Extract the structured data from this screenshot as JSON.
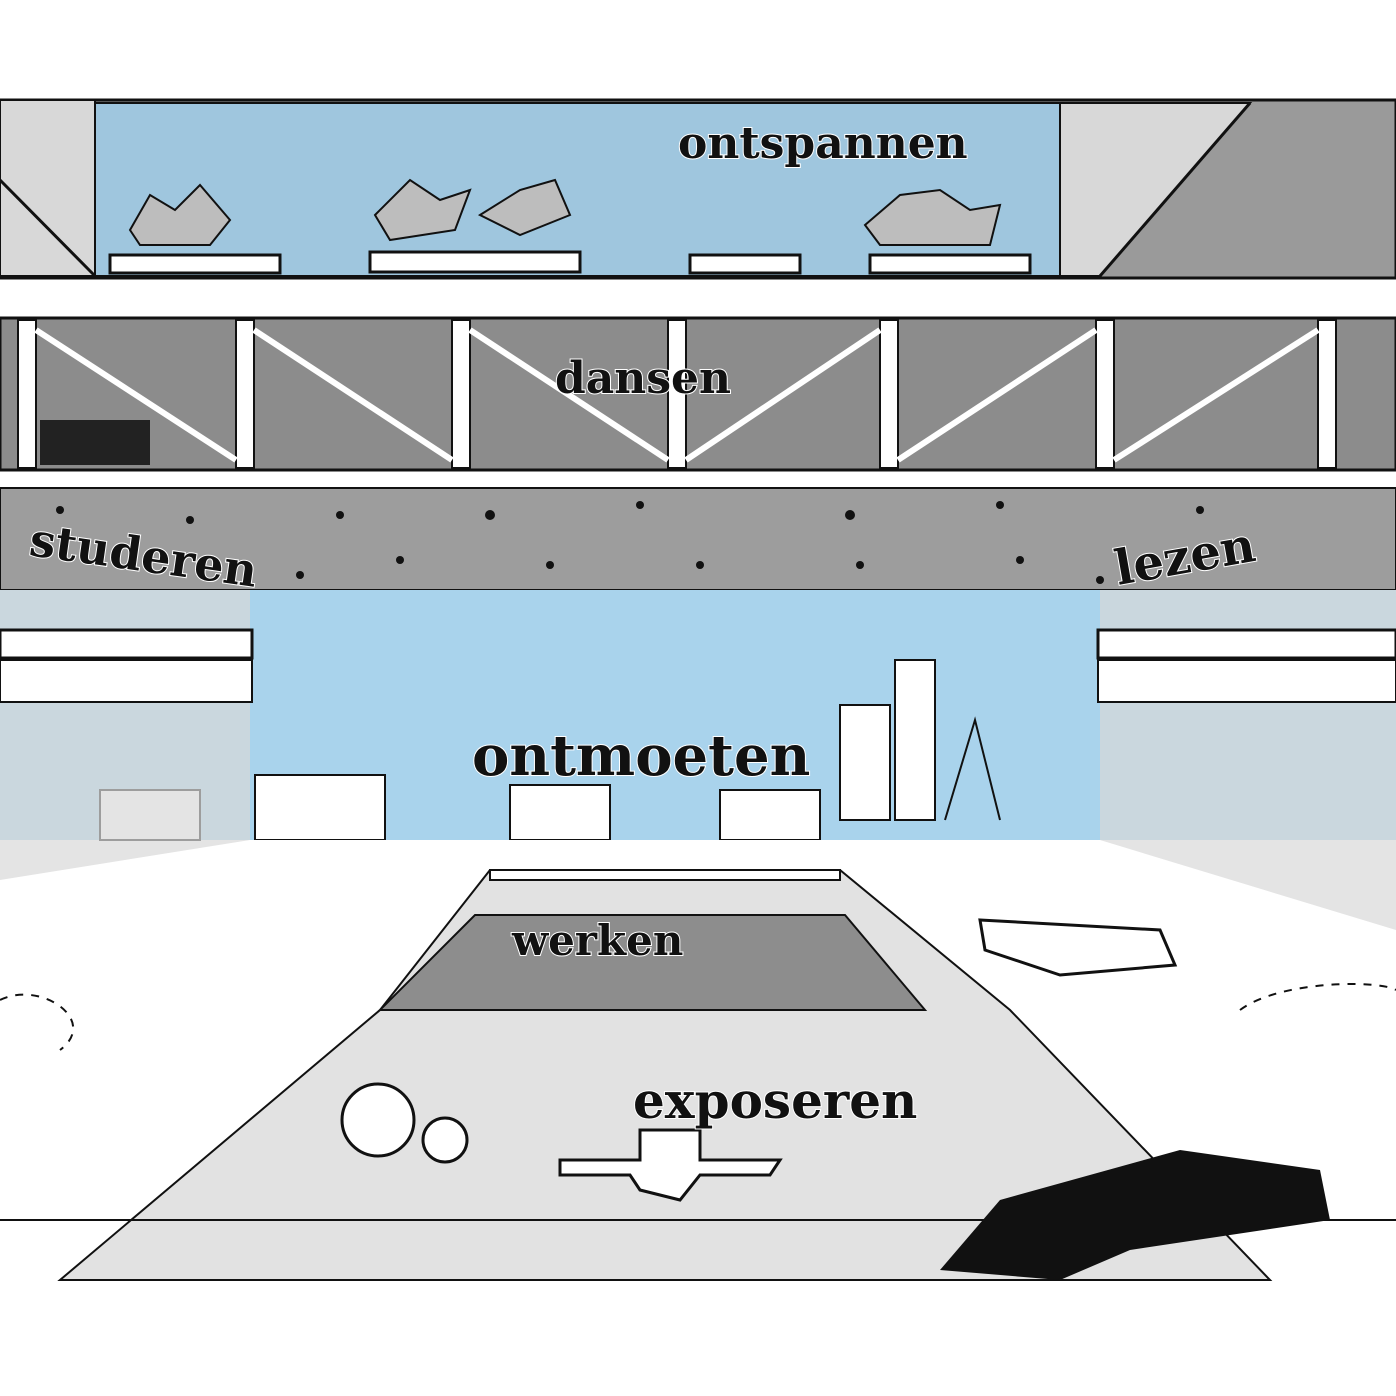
{
  "labels": {
    "relax": "ontspannen",
    "dance": "dansen",
    "study": "studeren",
    "read": "lezen",
    "meet": "ontmoeten",
    "work": "werken",
    "exhibit": "exposeren"
  },
  "colors": {
    "sky": "#a9d3ec",
    "top_blue": "#9fc6de",
    "dark_gray": "#8a8a8a",
    "mid_gray": "#a8a8a8",
    "light_gray": "#e4e4e4",
    "ink": "#111111"
  }
}
